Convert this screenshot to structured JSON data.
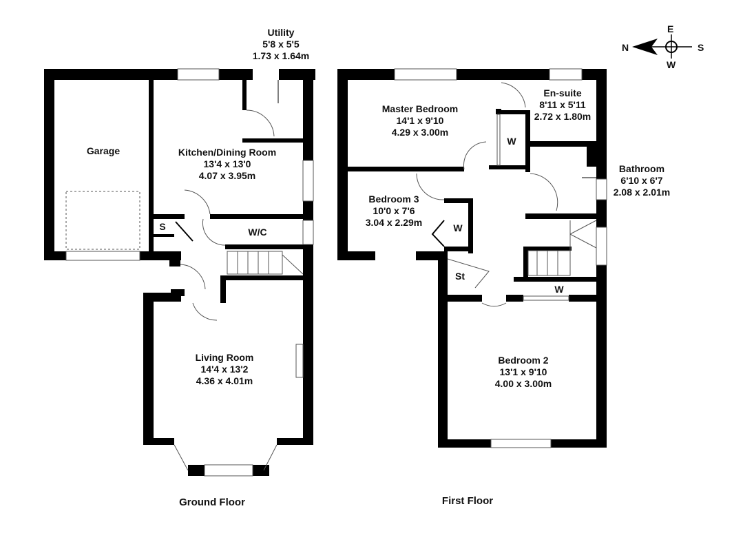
{
  "ground_floor": {
    "title": "Ground Floor",
    "rooms": [
      {
        "name": "Utility",
        "imperial": "5'8 x 5'5",
        "metric": "1.73 x 1.64m"
      },
      {
        "name": "Garage"
      },
      {
        "name": "Kitchen/Dining Room",
        "imperial": "13'4 x 13'0",
        "metric": "4.07 x 3.95m"
      },
      {
        "name": "S"
      },
      {
        "name": "W/C"
      },
      {
        "name": "Living Room",
        "imperial": "14'4 x 13'2",
        "metric": "4.36 x 4.01m"
      }
    ]
  },
  "first_floor": {
    "title": "First Floor",
    "rooms": [
      {
        "name": "Master Bedroom",
        "imperial": "14'1 x 9'10",
        "metric": "4.29 x 3.00m"
      },
      {
        "name": "En-suite",
        "imperial": "8'11 x 5'11",
        "metric": "2.72 x 1.80m"
      },
      {
        "name": "W"
      },
      {
        "name": "Bathroom",
        "imperial": "6'10 x 6'7",
        "metric": "2.08 x 2.01m"
      },
      {
        "name": "Bedroom 3",
        "imperial": "10'0 x 7'6",
        "metric": "3.04 x 2.29m"
      },
      {
        "name": "W"
      },
      {
        "name": "St"
      },
      {
        "name": "W"
      },
      {
        "name": "Bedroom 2",
        "imperial": "13'1 x 9'10",
        "metric": "4.00 x 3.00m"
      }
    ]
  },
  "compass": {
    "north": "N",
    "east": "E",
    "south": "S",
    "west": "W"
  },
  "colors": {
    "wall": "#000000",
    "line": "#555555"
  }
}
